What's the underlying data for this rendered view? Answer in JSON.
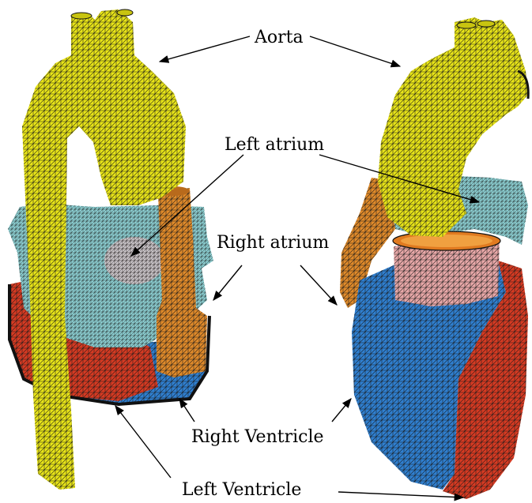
{
  "labels": {
    "aorta": "Aorta",
    "left_atrium": "Left atrium",
    "right_atrium": "Right atrium",
    "right_ventricle": "Right Ventricle",
    "left_ventricle": "Left Ventricle"
  },
  "colors": {
    "aorta": "#e8e418",
    "left_atrium": "#8fd3d6",
    "right_atrium": "#e08a2a",
    "right_ventricle": "#2f7fd0",
    "left_ventricle": "#d63a22",
    "pulmonary": "#e8a8a8",
    "mesh": "#1a1a1a"
  }
}
